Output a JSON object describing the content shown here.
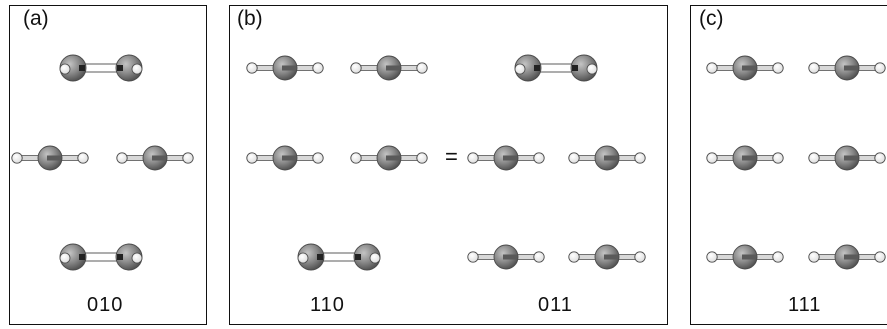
{
  "panels": [
    {
      "label": "(a)",
      "captions": [
        "010"
      ]
    },
    {
      "label": "(b)",
      "captions": [
        "110",
        "011"
      ],
      "equals": "="
    },
    {
      "label": "(c)",
      "captions": [
        "111"
      ]
    }
  ],
  "colors": {
    "carbon": "#888888",
    "hydrogen": "#ffffff",
    "bond": "#d8d8d8",
    "outline": "#4a4a4a",
    "frame": "#111111"
  },
  "molecules": {
    "panel_a": [
      "end-on",
      "side",
      "side",
      "end-on"
    ],
    "panel_b_110": [
      "side",
      "side",
      "side",
      "side",
      "end-on"
    ],
    "panel_b_011": [
      "end-on",
      "side",
      "side",
      "side",
      "side"
    ],
    "panel_c_111": [
      "side",
      "side",
      "side",
      "side",
      "side",
      "side"
    ]
  }
}
